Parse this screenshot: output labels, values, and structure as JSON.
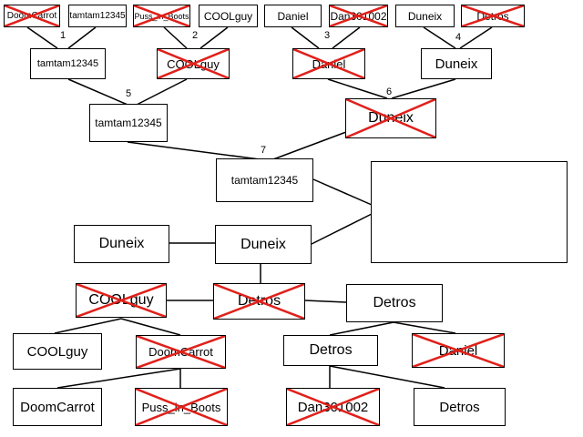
{
  "nodes": {
    "r1_doomcarrot": "DoomCarrot",
    "r1_tamtam": "tamtam12345",
    "r1_puss": "Puss_in_Boots",
    "r1_coolguy": "COOLguy",
    "r1_daniel": "Daniel",
    "r1_dan301002": "Dan301002",
    "r1_duneix": "Duneix",
    "r1_detros": "Detros",
    "q1_tamtam": "tamtam12345",
    "q2_coolguy": "COOLguy",
    "q3_daniel": "Daniel",
    "q4_duneix": "Duneix",
    "s5_tamtam": "tamtam12345",
    "s6_duneix": "Duneix",
    "f7_tamtam": "tamtam12345",
    "empty_box": "",
    "lb_duneix_left": "Duneix",
    "lb_duneix_mid": "Duneix",
    "lb_coolguy_x": "COOLguy",
    "lb_detros_x": "Detros",
    "lb_detros_right": "Detros",
    "lb_coolguy": "COOLguy",
    "lb_doomcarrot_x": "DoomCarrot",
    "lb_detros": "Detros",
    "lb_daniel_x": "Daniel",
    "lb_doomcarrot": "DoomCarrot",
    "lb_puss_x": "Puss_in_Boots",
    "lb_dan301002_x": "Dan301002",
    "lb_detros_bottom": "Detros"
  },
  "match_numbers": {
    "m1": "1",
    "m2": "2",
    "m3": "3",
    "m4": "4",
    "m5": "5",
    "m6": "6",
    "m7": "7"
  },
  "eliminated_mark_color": "#e0201a"
}
